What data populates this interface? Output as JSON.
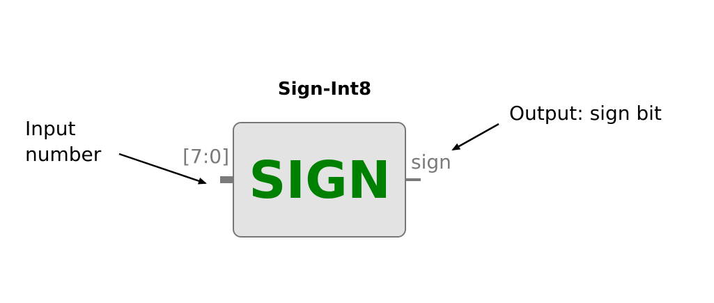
{
  "block": {
    "title": "Sign-Int8",
    "label": "SIGN",
    "fill_color": "#e3e3e3",
    "border_color": "#777777",
    "label_color": "#008000"
  },
  "ports": {
    "input_label": "[7:0]",
    "output_label": "sign",
    "color": "#7a7a7a"
  },
  "annotations": {
    "input_line1": "Input",
    "input_line2": "number",
    "output": "Output: sign bit"
  }
}
